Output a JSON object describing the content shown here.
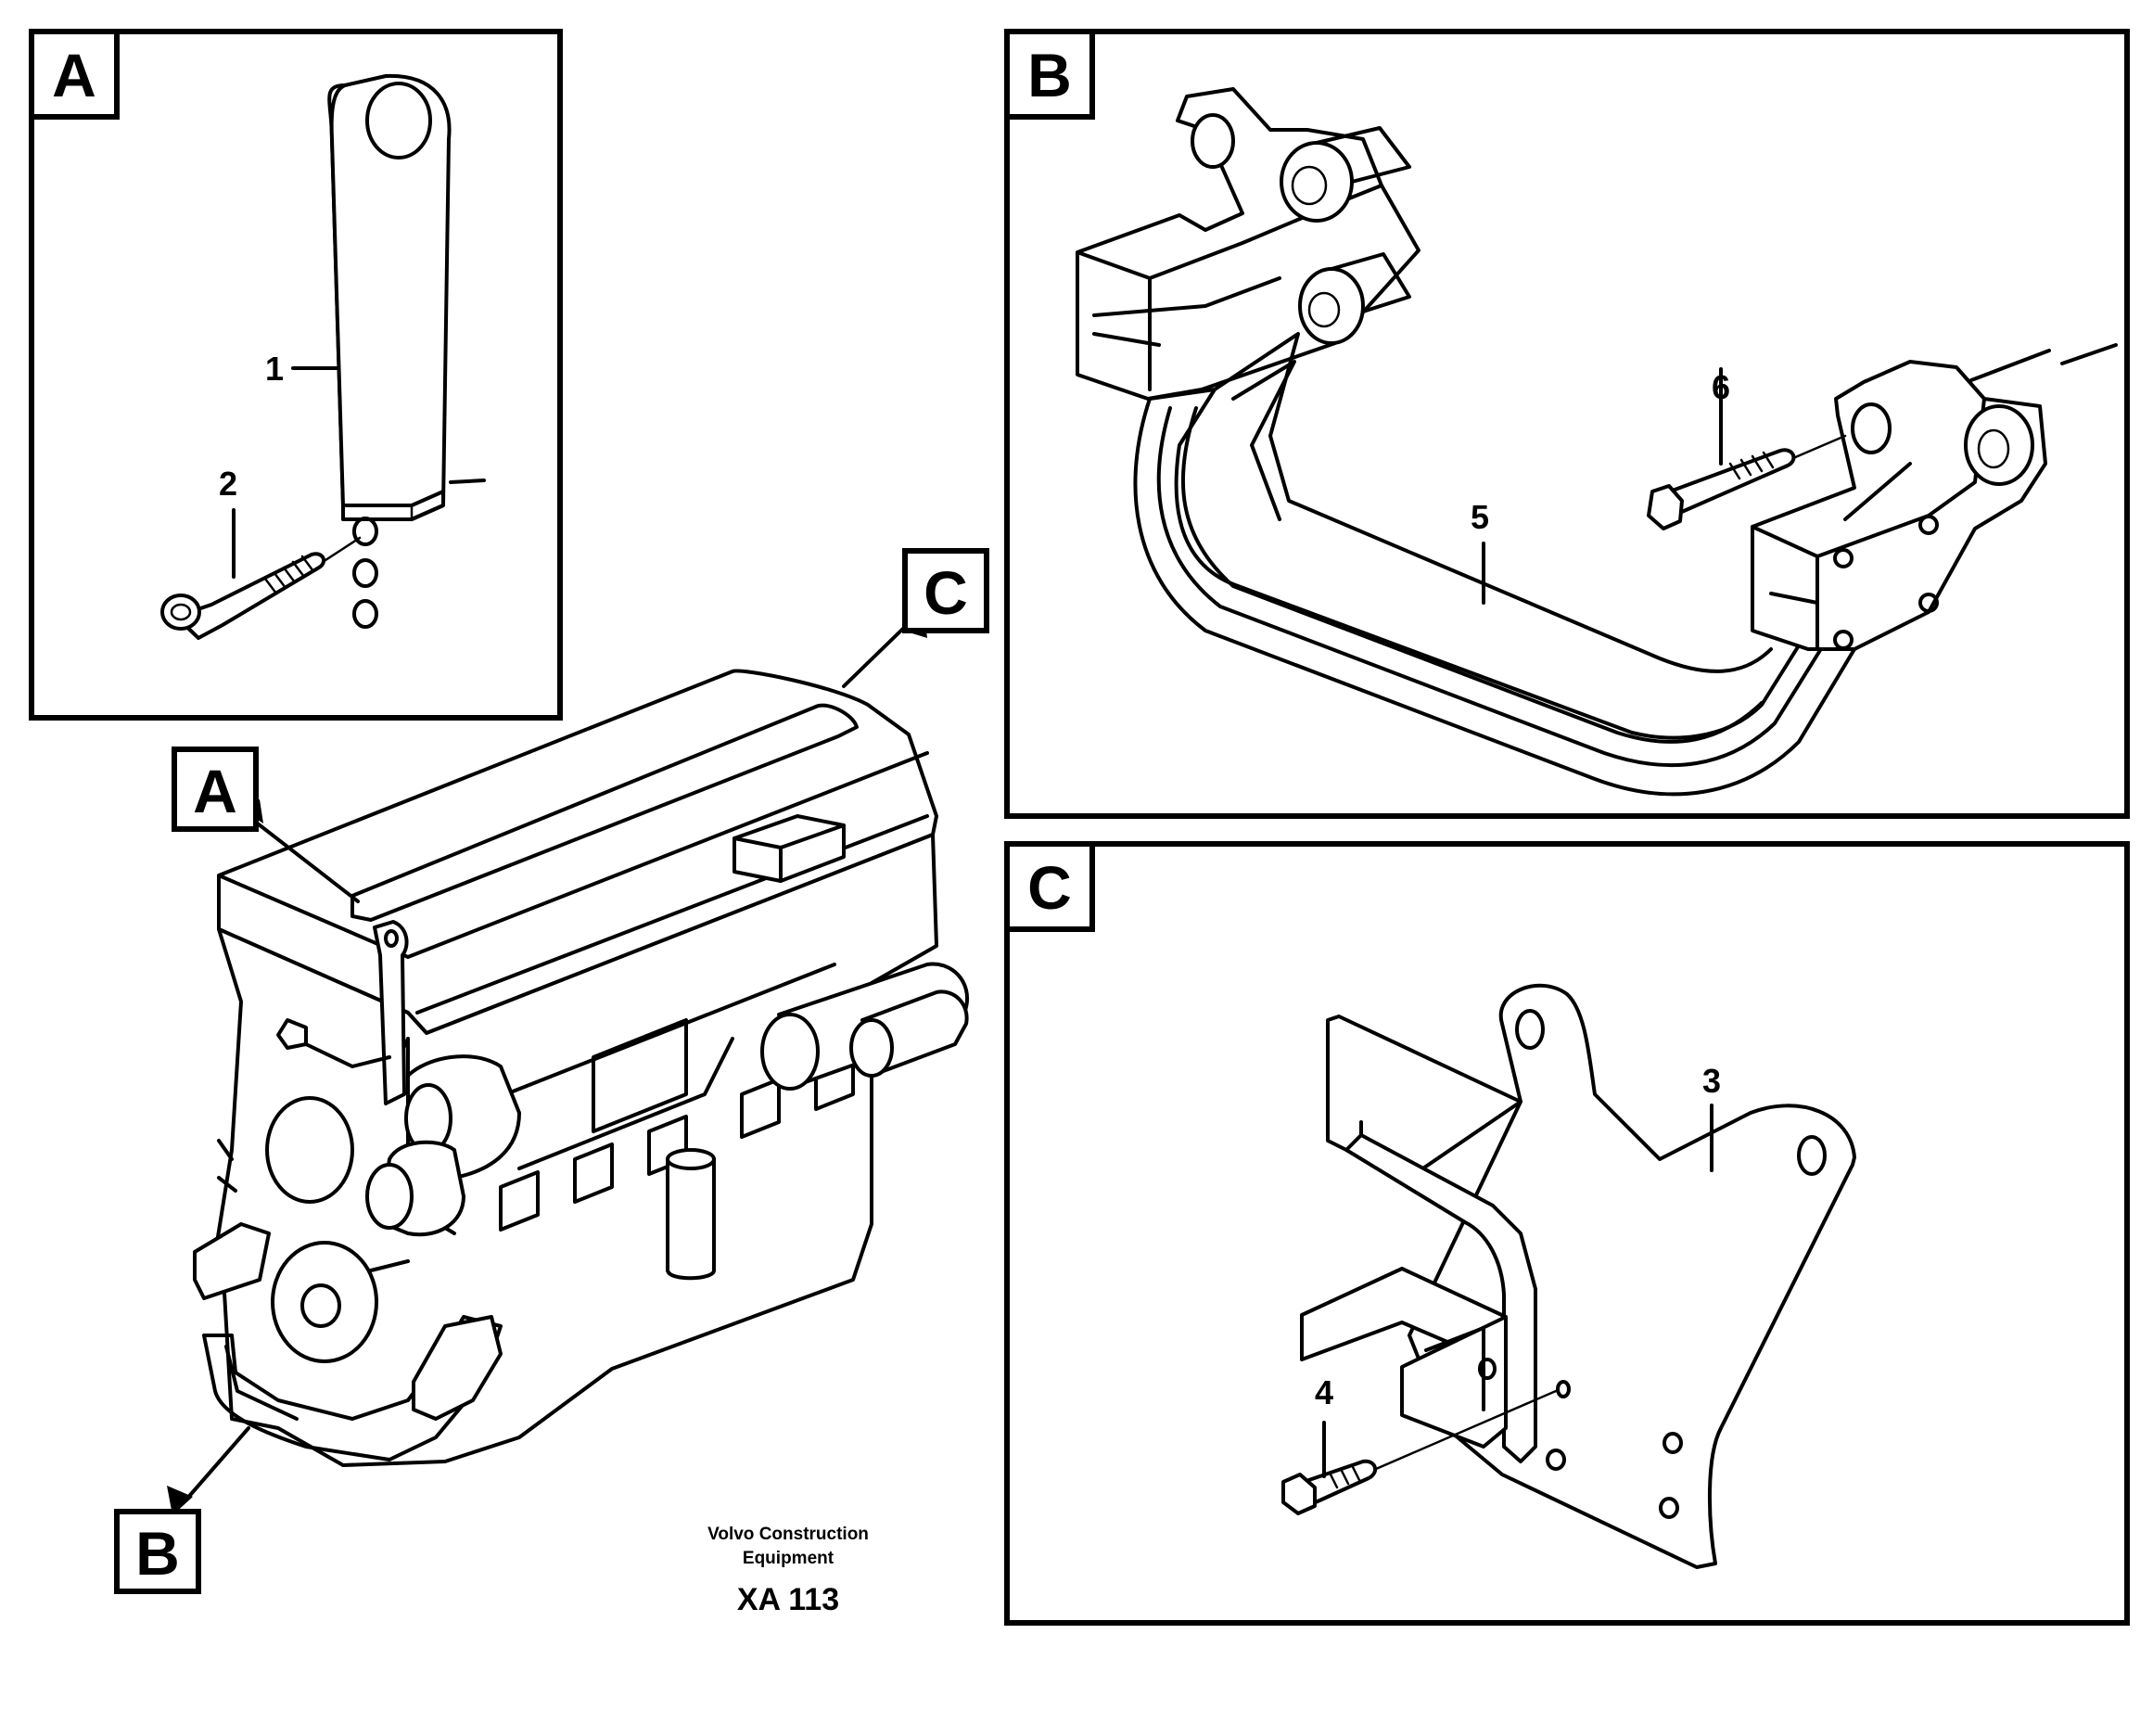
{
  "panels": {
    "a": {
      "letter": "A"
    },
    "b": {
      "letter": "B"
    },
    "c": {
      "letter": "C"
    }
  },
  "overview": {
    "pointers": [
      "A",
      "C",
      "B"
    ]
  },
  "callouts": {
    "part1": "1",
    "part2": "2",
    "part3": "3",
    "part4": "4",
    "part5": "5",
    "part6": "6"
  },
  "footer": {
    "brand_line1": "Volvo Construction",
    "brand_line2": "Equipment",
    "code": "XA 113"
  },
  "colors": {
    "ink": "#000000",
    "paper": "#ffffff"
  }
}
